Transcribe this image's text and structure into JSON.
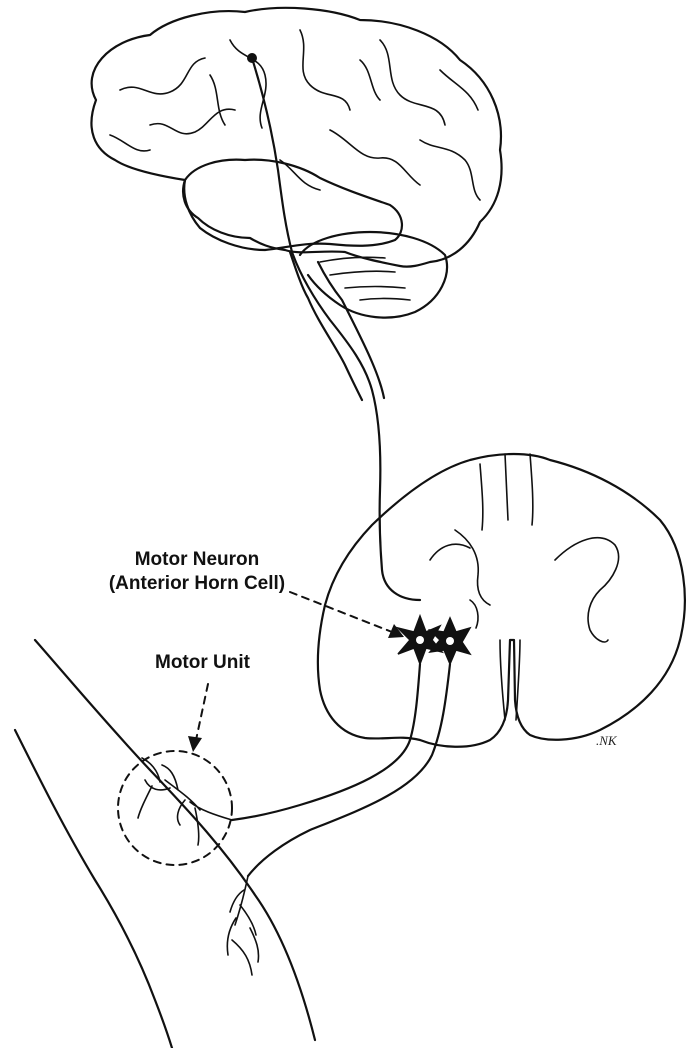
{
  "labels": {
    "motor_neuron_line1": "Motor Neuron",
    "motor_neuron_line2": "(Anterior Horn Cell)",
    "motor_unit": "Motor Unit"
  },
  "signature": ".NK",
  "colors": {
    "ink": "#111111",
    "background": "#ffffff"
  }
}
